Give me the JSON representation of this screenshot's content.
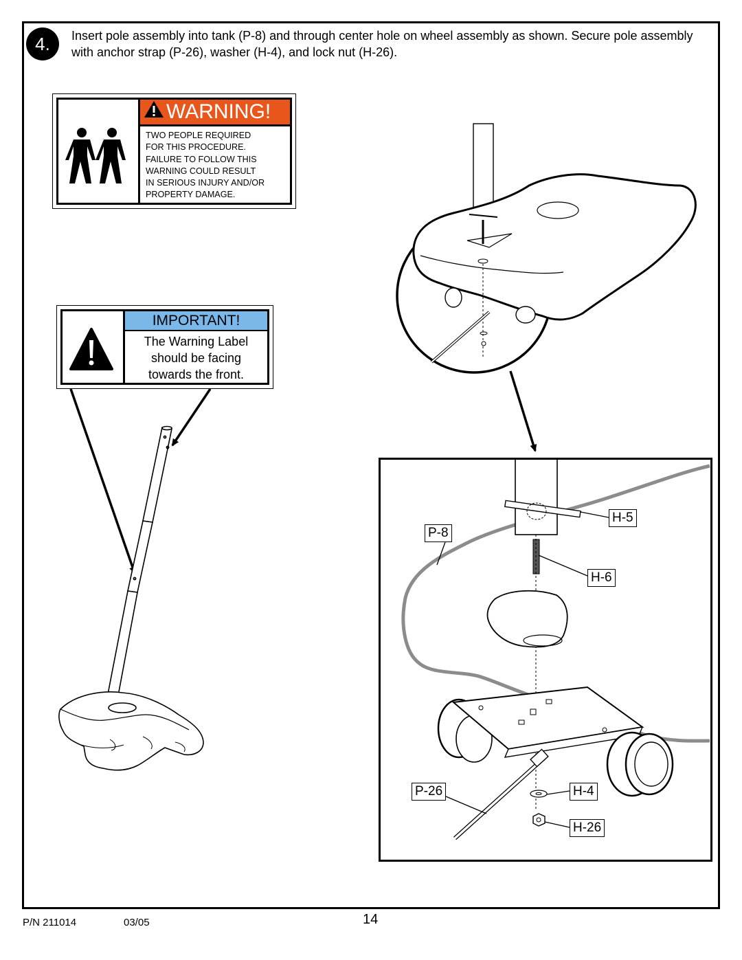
{
  "step": {
    "number": "4.",
    "instruction": "Insert pole assembly into tank (P-8) and through center hole on wheel assembly as shown.  Secure pole assembly with anchor strap (P-26), washer (H-4), and lock nut (H-26)."
  },
  "warning_label": {
    "header": "WARNING!",
    "lines": [
      "TWO PEOPLE REQUIRED",
      "FOR THIS PROCEDURE.",
      "FAILURE TO FOLLOW THIS",
      "WARNING COULD RESULT",
      "IN SERIOUS INJURY AND/OR",
      "PROPERTY DAMAGE."
    ],
    "header_color": "#e8561c"
  },
  "important_label": {
    "header": "IMPORTANT!",
    "lines": [
      "The Warning Label",
      "should be facing",
      "towards the front."
    ],
    "header_color": "#7ab8ea"
  },
  "parts": {
    "h5": "H-5",
    "p8": "P-8",
    "h6": "H-6",
    "p26": "P-26",
    "h4": "H-4",
    "h26": "H-26"
  },
  "footer": {
    "part_number": "P/N 211014",
    "date": "03/05",
    "page": "14"
  },
  "icons": [
    "two-people-icon",
    "warning-triangle-icon",
    "exclamation-triangle-icon"
  ]
}
